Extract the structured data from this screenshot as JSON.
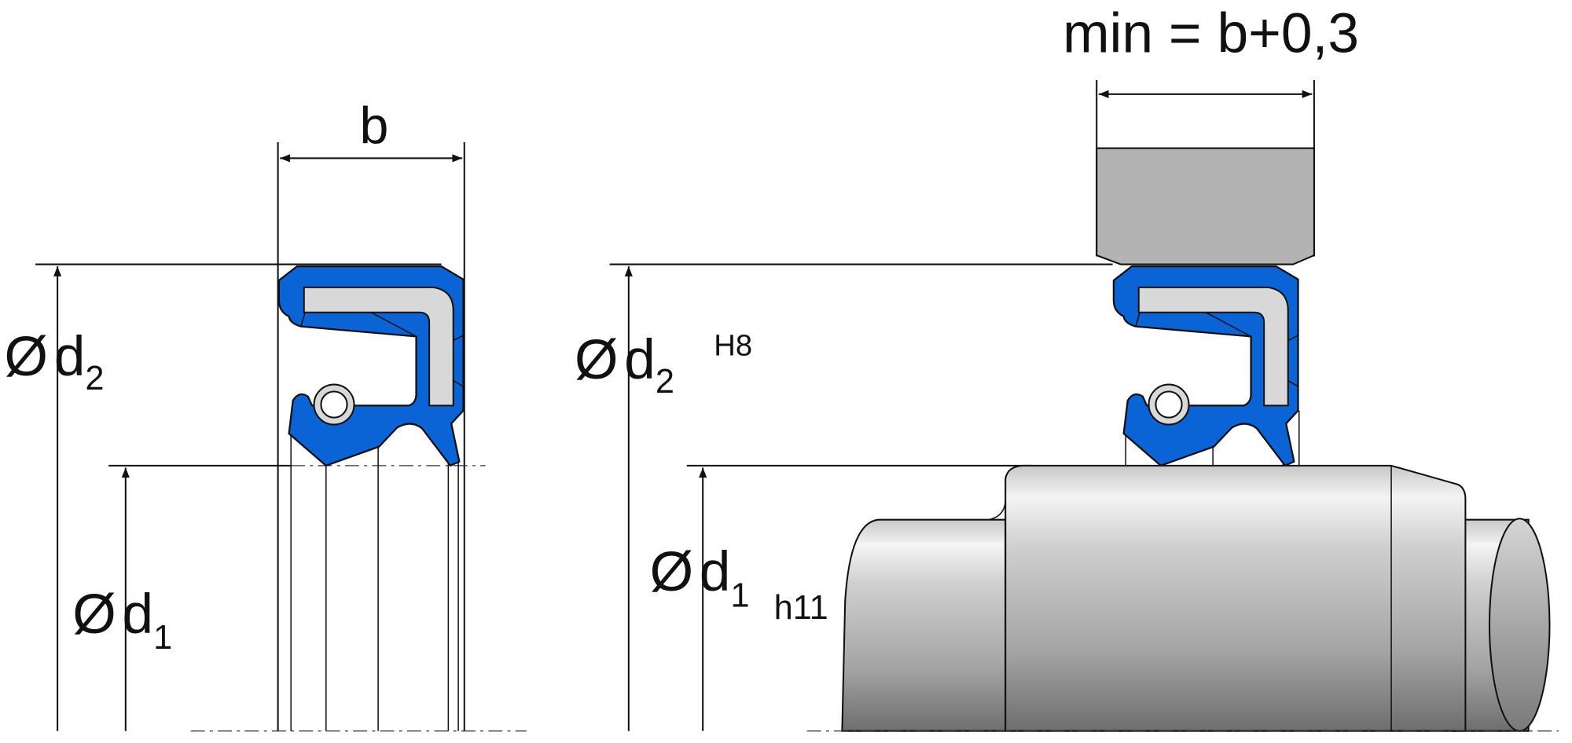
{
  "title": "Radial shaft seal installation dimensions",
  "labels": {
    "width": "b",
    "housing_width": "min = b+0,3",
    "diameter_symbol": "Ø",
    "d": "d",
    "d2_sub": "2",
    "d1_sub": "1",
    "housing_tolerance": "H8",
    "shaft_tolerance": "h11"
  },
  "colors": {
    "seal_rubber": "#0a64d6",
    "metal_insert": "#d8d8d8",
    "housing": "#b3b3b3"
  }
}
